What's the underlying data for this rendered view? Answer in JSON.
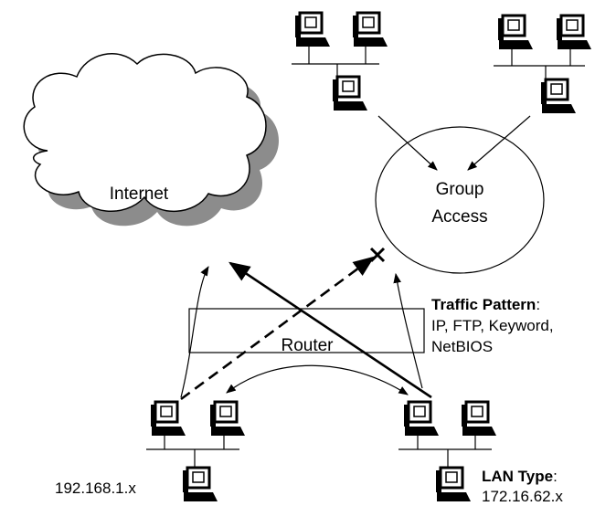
{
  "cloud": {
    "label": "Internet"
  },
  "group": {
    "line1": "Group",
    "line2": "Access"
  },
  "router": {
    "label": "Router"
  },
  "traffic": {
    "title": "Traffic Pattern",
    "colon": ":",
    "line1": "IP, FTP, Keyword,",
    "line2": "NetBIOS"
  },
  "left_lan": {
    "address": "192.168.1.x"
  },
  "right_lan": {
    "type_label": "LAN Type",
    "colon": ":",
    "address": "172.16.62.x"
  },
  "colors": {
    "ink": "#000000",
    "cloud_shadow": "#8c8c8c",
    "background": "#ffffff"
  }
}
